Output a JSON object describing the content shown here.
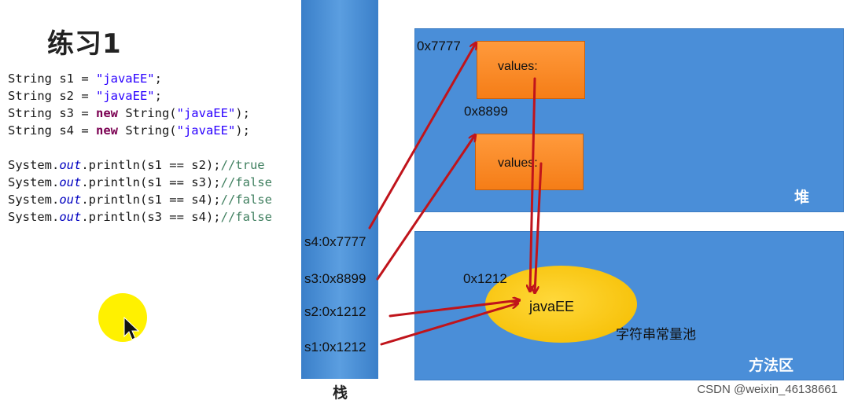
{
  "title": "练习1",
  "code": {
    "decls": [
      {
        "pre": "String s1 = ",
        "str": "\"javaEE\"",
        "post": ";"
      },
      {
        "pre": "String s2 = ",
        "str": "\"javaEE\"",
        "post": ";"
      },
      {
        "pre": "String s3 = ",
        "kw": "new",
        "mid": " String(",
        "str": "\"javaEE\"",
        "post": ");"
      },
      {
        "pre": "String s4 = ",
        "kw": "new",
        "mid": " String(",
        "str": "\"javaEE\"",
        "post": ");"
      }
    ],
    "prints": [
      {
        "sys": "System.",
        "out": "out",
        "call": ".println(s1 == s2);",
        "comment": "//true"
      },
      {
        "sys": "System.",
        "out": "out",
        "call": ".println(s1 == s3);",
        "comment": "//false"
      },
      {
        "sys": "System.",
        "out": "out",
        "call": ".println(s1 == s4);",
        "comment": "//false"
      },
      {
        "sys": "System.",
        "out": "out",
        "call": ".println(s3 == s4);",
        "comment": "//false"
      }
    ]
  },
  "stack": {
    "label": "栈",
    "entries": [
      "s4:0x7777",
      "s3:0x8899",
      "s2:0x1212",
      "s1:0x1212"
    ]
  },
  "heap": {
    "label": "堆",
    "objects": [
      {
        "address": "0x7777",
        "field": "values:"
      },
      {
        "address": "0x8899",
        "field": "values:"
      }
    ]
  },
  "method_area": {
    "label": "方法区",
    "pool_label": "字符串常量池",
    "pool_address": "0x1212",
    "pool_value": "javaEE"
  },
  "colors": {
    "region_blue": "#4a8ed8",
    "object_orange": "#f57d17",
    "pool_yellow": "#f7c20a",
    "arrow_red": "#c0141b"
  },
  "watermark": "CSDN @weixin_46138661"
}
